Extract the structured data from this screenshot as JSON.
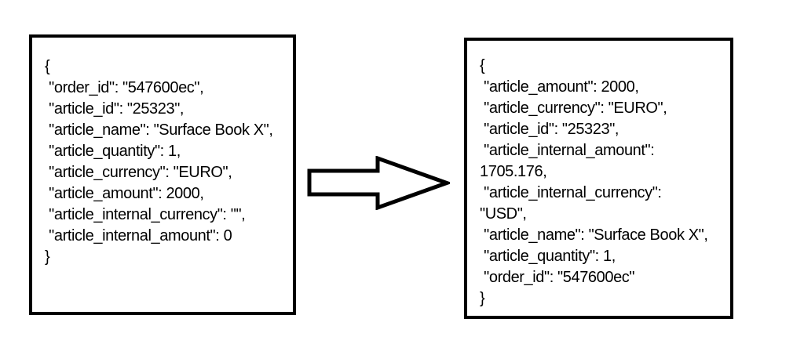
{
  "diagram": {
    "colors": {
      "border": "#000000",
      "text": "#000000",
      "background": "#ffffff"
    },
    "arrow": {
      "icon": "right-block-arrow",
      "direction": "right"
    },
    "before": {
      "lines": [
        "{",
        " \"order_id\": \"547600ec\",",
        " \"article_id\": \"25323\",",
        " \"article_name\": \"Surface Book X\",",
        " \"article_quantity\": 1,",
        " \"article_currency\": \"EURO\",",
        " \"article_amount\": 2000,",
        " \"article_internal_currency\": \"\",",
        " \"article_internal_amount\": 0",
        "}"
      ]
    },
    "after": {
      "lines": [
        "{",
        " \"article_amount\": 2000,",
        " \"article_currency\": \"EURO\",",
        " \"article_id\": \"25323\",",
        " \"article_internal_amount\":",
        "1705.176,",
        " \"article_internal_currency\":",
        "\"USD\",",
        " \"article_name\": \"Surface Book X\",",
        " \"article_quantity\": 1,",
        " \"order_id\": \"547600ec\"",
        "}"
      ]
    }
  }
}
